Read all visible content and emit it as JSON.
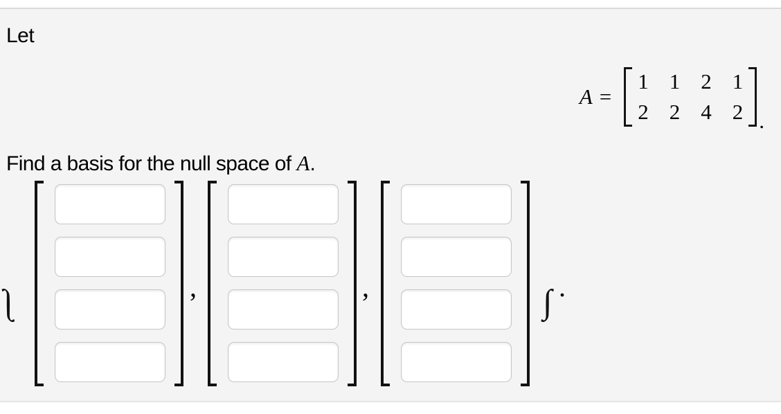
{
  "intro": {
    "text": "Let"
  },
  "equation": {
    "lhs_symbol": "A",
    "equals_sign": "=",
    "matrix_rows": [
      [
        "1",
        "1",
        "2",
        "1"
      ],
      [
        "2",
        "2",
        "4",
        "2"
      ]
    ],
    "period": "."
  },
  "question": {
    "text_before_symbol": "Find a basis for the null space of",
    "matrix_symbol": "A",
    "period": "."
  },
  "answer_set": {
    "open_brace_glyph": "∫",
    "close_brace_glyph": "∫",
    "separators": [
      ",",
      ","
    ],
    "closing_period": ".",
    "vectors": [
      {
        "entries": [
          "",
          "",
          "",
          ""
        ]
      },
      {
        "entries": [
          "",
          "",
          "",
          ""
        ]
      },
      {
        "entries": [
          "",
          "",
          "",
          ""
        ]
      }
    ]
  },
  "colors": {
    "panel_background": "#f4f4f5",
    "panel_border_top": "#dadada",
    "panel_border_bottom": "#e4e4e4",
    "input_border": "#c6c6c6",
    "bracket_color": "#121212",
    "text_color": "#000000"
  }
}
